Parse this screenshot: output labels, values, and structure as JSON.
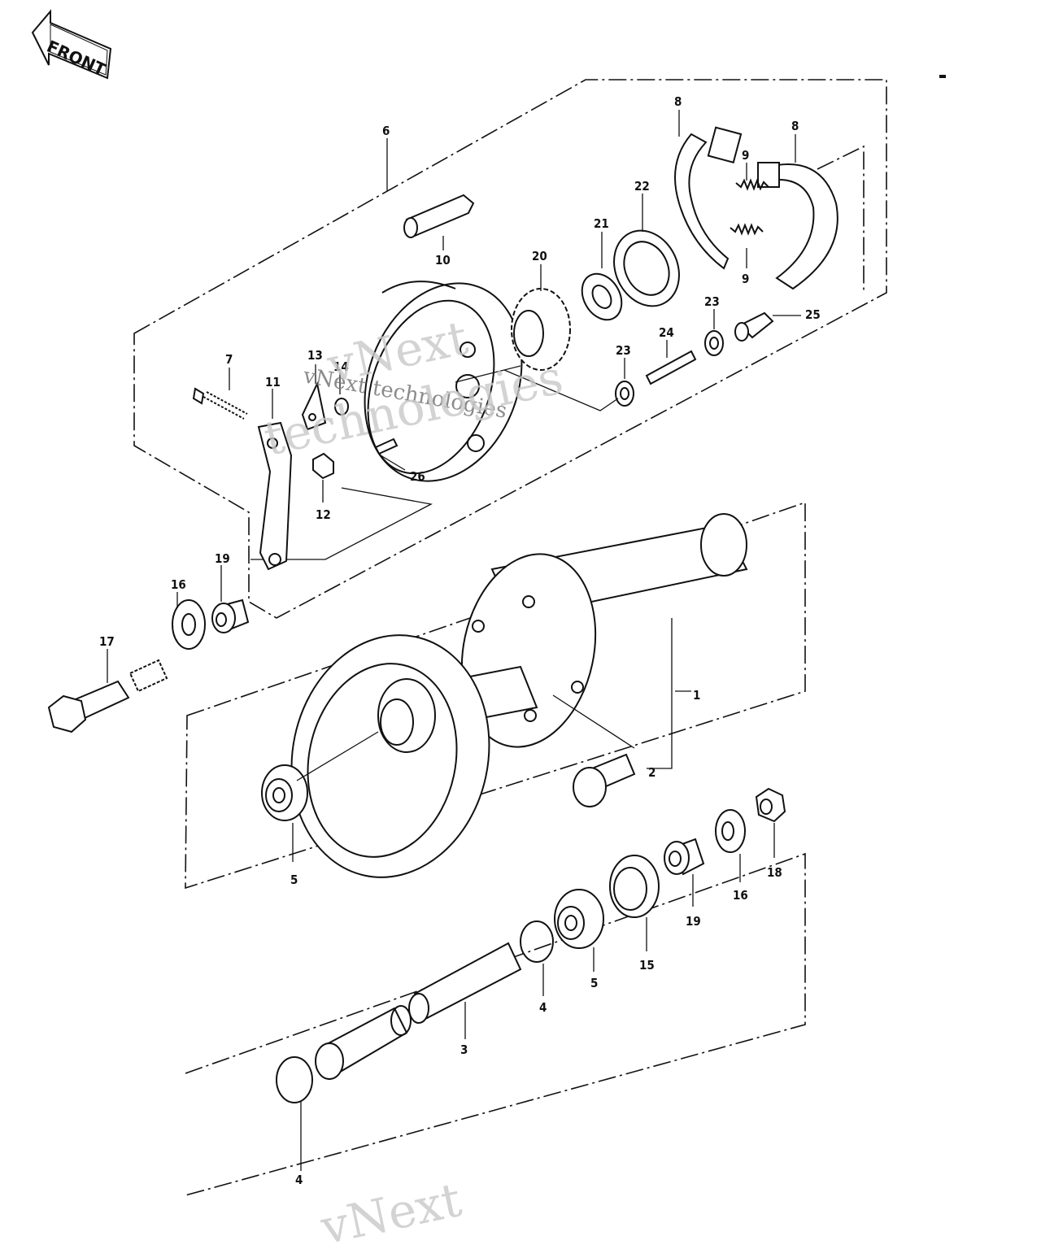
{
  "front_label": "FRONT",
  "watermark": {
    "brand": "vNext",
    "tagline": "technologies",
    "full": "vNext technologies"
  },
  "parts": {
    "p1": "1",
    "p2": "2",
    "p3": "3",
    "p4": "4",
    "p5": "5",
    "p6": "6",
    "p7": "7",
    "p8": "8",
    "p9": "9",
    "p10": "10",
    "p11": "11",
    "p12": "12",
    "p13": "13",
    "p14": "14",
    "p15": "15",
    "p16": "16",
    "p17": "17",
    "p18": "18",
    "p19": "19",
    "p20": "20",
    "p21": "21",
    "p22": "22",
    "p23": "23",
    "p24": "24",
    "p25": "25",
    "p26": "26"
  },
  "colors": {
    "ink": "#111111",
    "watermark": "#c9c9c9",
    "background": "#ffffff"
  }
}
